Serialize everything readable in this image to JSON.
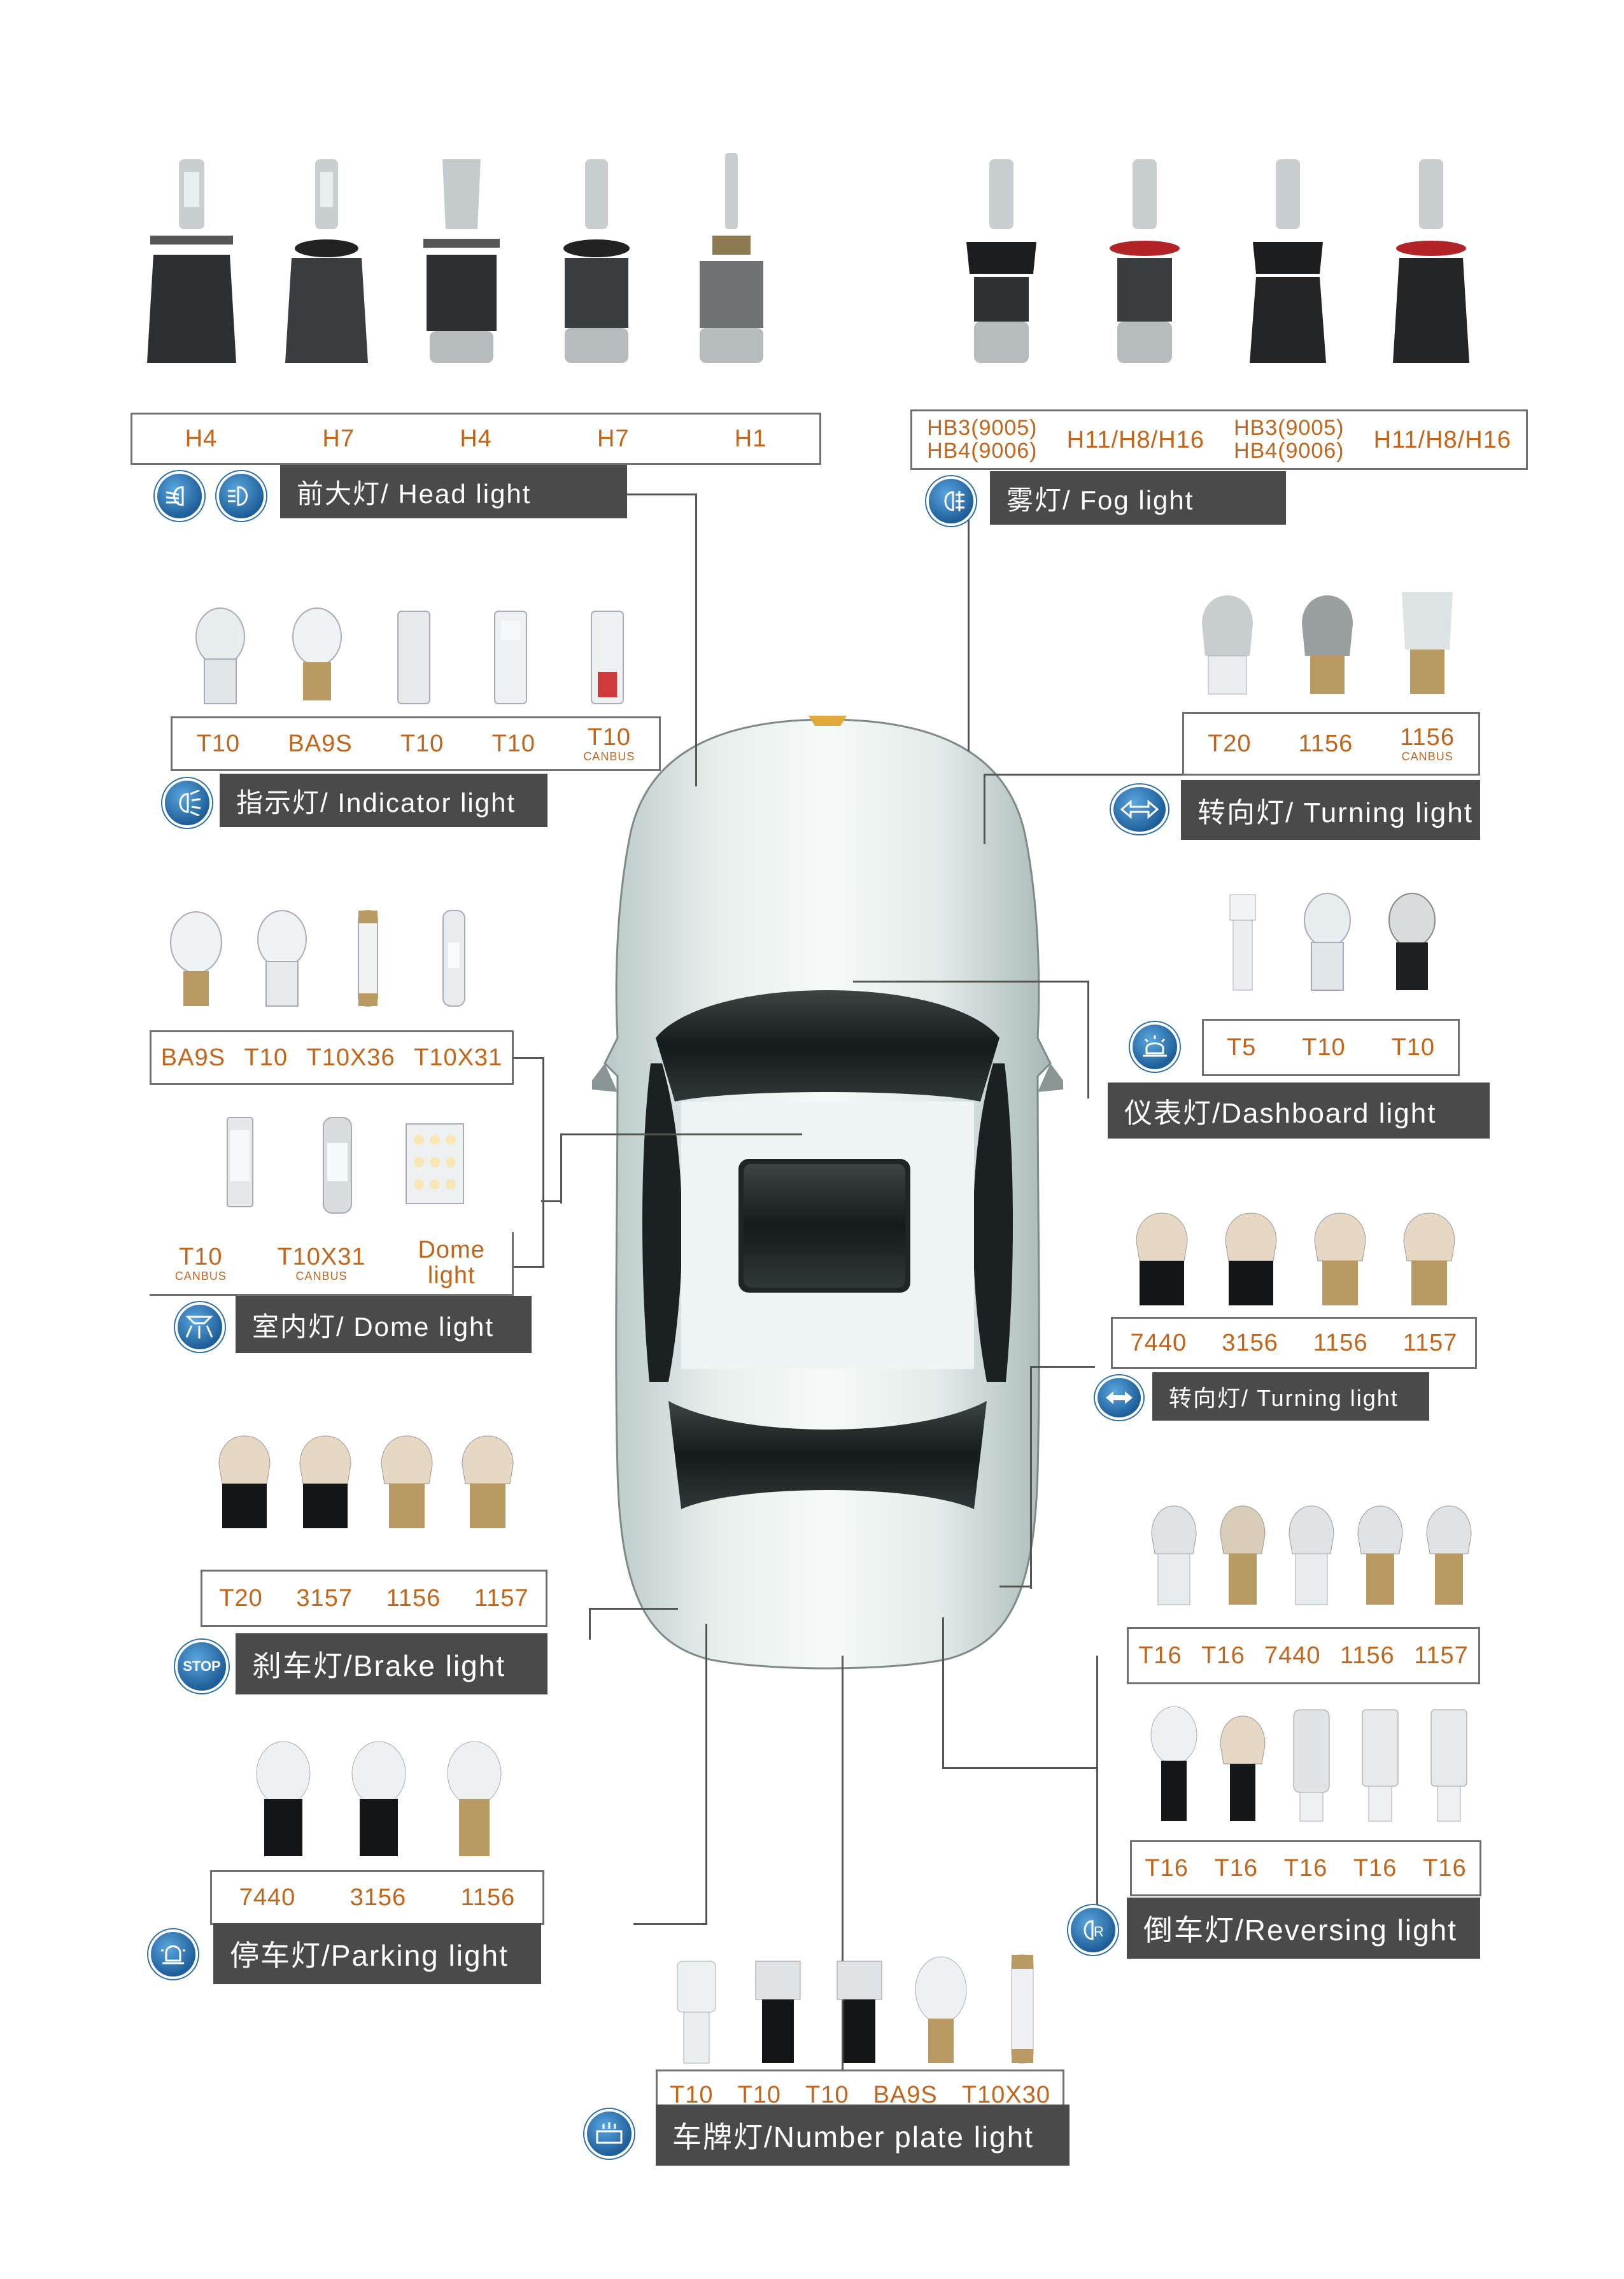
{
  "headlight": {
    "labels": [
      "H4",
      "H7",
      "H4",
      "H7",
      "H1"
    ],
    "title": "前大灯/ Head light",
    "icons": [
      "low-beam-icon",
      "high-beam-icon"
    ]
  },
  "fog": {
    "labels": [
      [
        "HB3(9005)",
        "HB4(9006)"
      ],
      [
        "H11/H8/H16"
      ],
      [
        "HB3(9005)",
        "HB4(9006)"
      ],
      [
        "H11/H8/H16"
      ]
    ],
    "title": "雾灯/  Fog light",
    "icon": "fog-light-icon"
  },
  "indicator": {
    "labels": [
      {
        "t": "T10"
      },
      {
        "t": "BA9S"
      },
      {
        "t": "T10"
      },
      {
        "t": "T10"
      },
      {
        "t": "T10",
        "s": "CANBUS"
      }
    ],
    "title": "指示灯/ Indicator  light",
    "icon": "indicator-icon"
  },
  "turning_front": {
    "labels": [
      {
        "t": "T20"
      },
      {
        "t": "1156"
      },
      {
        "t": "1156",
        "s": "CANBUS"
      }
    ],
    "title": "转向灯/ Turning light",
    "icon": "turn-signal-icon"
  },
  "dome": {
    "labels_top": [
      "BA9S",
      "T10",
      "T10X36",
      "T10X31"
    ],
    "labels_bottom": [
      {
        "t": "T10",
        "s": "CANBUS"
      },
      {
        "t": "T10X31",
        "s": "CANBUS"
      },
      {
        "t": "Dome light"
      }
    ],
    "title": "室内灯/ Dome  light",
    "icon": "dome-light-icon"
  },
  "dashboard": {
    "labels": [
      "T5",
      "T10",
      "T10"
    ],
    "title": "仪表灯/Dashboard light",
    "icon": "dashboard-icon"
  },
  "turning_rear": {
    "labels": [
      "7440",
      "3156",
      "1156",
      "1157"
    ],
    "title": "转向灯/ Turning light",
    "icon": "turn-arrows-icon"
  },
  "brake": {
    "labels": [
      "T20",
      "3157",
      "1156",
      "1157"
    ],
    "title": "刹车灯/Brake light",
    "icon": "stop-icon",
    "icon_text": "STOP"
  },
  "reversing": {
    "labels_top": [
      "T16",
      "T16",
      "7440",
      "1156",
      "1157"
    ],
    "labels_bottom": [
      "T16",
      "T16",
      "T16",
      "T16",
      "T16"
    ],
    "title": "倒车灯/Reversing light",
    "icon": "reverse-icon"
  },
  "parking": {
    "labels": [
      "7440",
      "3156",
      "1156"
    ],
    "title": "停车灯/Parking light",
    "icon": "parking-icon"
  },
  "plate": {
    "labels": [
      "T10",
      "T10",
      "T10",
      "BA9S",
      "T10X30"
    ],
    "title": "车牌灯/Number plate light",
    "icon": "plate-icon"
  }
}
